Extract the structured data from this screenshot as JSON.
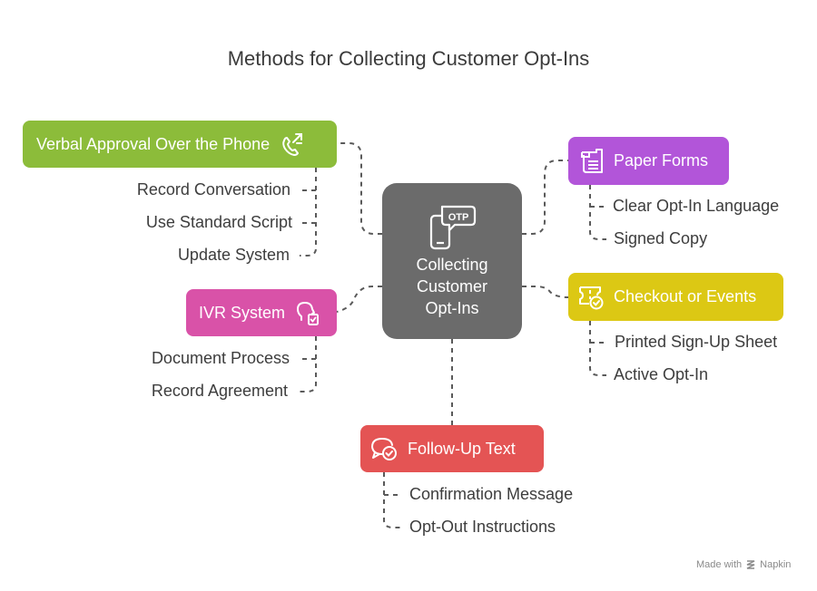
{
  "title": "Methods for Collecting Customer Opt-Ins",
  "center": {
    "label_lines": [
      "Collecting",
      "Customer",
      "Opt-Ins"
    ],
    "icon_text": "OTP",
    "icon": "phone-otp-icon",
    "color": "#6b6b6b"
  },
  "nodes": {
    "verbal": {
      "label": "Verbal Approval Over the Phone",
      "color": "#8cbc3a",
      "icon": "phone-transfer-icon",
      "items": [
        "Record Conversation",
        "Use Standard Script",
        "Update System"
      ]
    },
    "ivr": {
      "label": "IVR System",
      "color": "#d952a8",
      "icon": "voice-check-icon",
      "items": [
        "Document Process",
        "Record Agreement"
      ]
    },
    "paper": {
      "label": "Paper Forms",
      "color": "#b255d9",
      "icon": "form-document-icon",
      "items": [
        "Clear Opt-In Language",
        "Signed Copy"
      ]
    },
    "checkout": {
      "label": "Checkout or Events",
      "color": "#dcc814",
      "icon": "ticket-check-icon",
      "items": [
        "Printed Sign-Up Sheet",
        "Active Opt-In"
      ]
    },
    "followup": {
      "label": "Follow-Up Text",
      "color": "#e45454",
      "icon": "chat-check-icon",
      "items": [
        "Confirmation Message",
        "Opt-Out Instructions"
      ]
    }
  },
  "footer": {
    "made_with": "Made with",
    "brand": "Napkin"
  }
}
